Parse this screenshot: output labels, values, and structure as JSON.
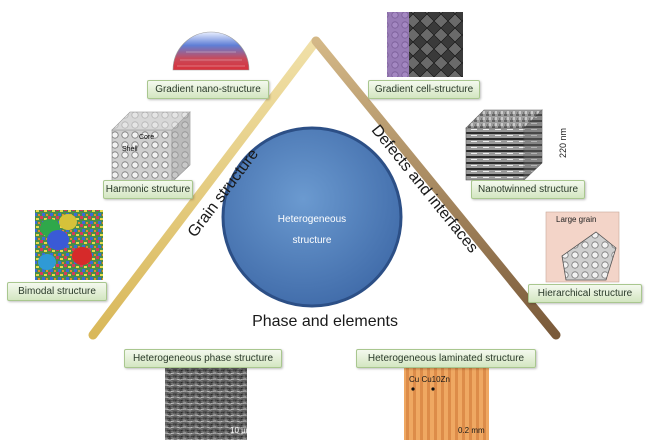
{
  "center": {
    "line1": "Heterogeneous",
    "line2": "structure"
  },
  "sides": {
    "left": "Grain structure",
    "right": "Defects and interfaces",
    "bottom": "Phase and elements"
  },
  "structures": {
    "gradient_nano": "Gradient nano-structure",
    "harmonic": "Harmonic structure",
    "bimodal": "Bimodal structure",
    "gradient_cell": "Gradient cell-structure",
    "nanotwinned": "Nanotwinned structure",
    "hierarchical": "Hierarchical structure",
    "hetero_phase": "Heterogeneous phase structure",
    "hetero_laminated": "Heterogeneous laminated structure"
  },
  "annotations": {
    "core": "Core",
    "shell": "Shell",
    "scale_220nm": "220 nm",
    "large_grain": "Large grain",
    "scale_10um": "10 μm",
    "laminate_labels": "Cu  Cu10Zn",
    "scale_02mm": "0.2 mm"
  }
}
